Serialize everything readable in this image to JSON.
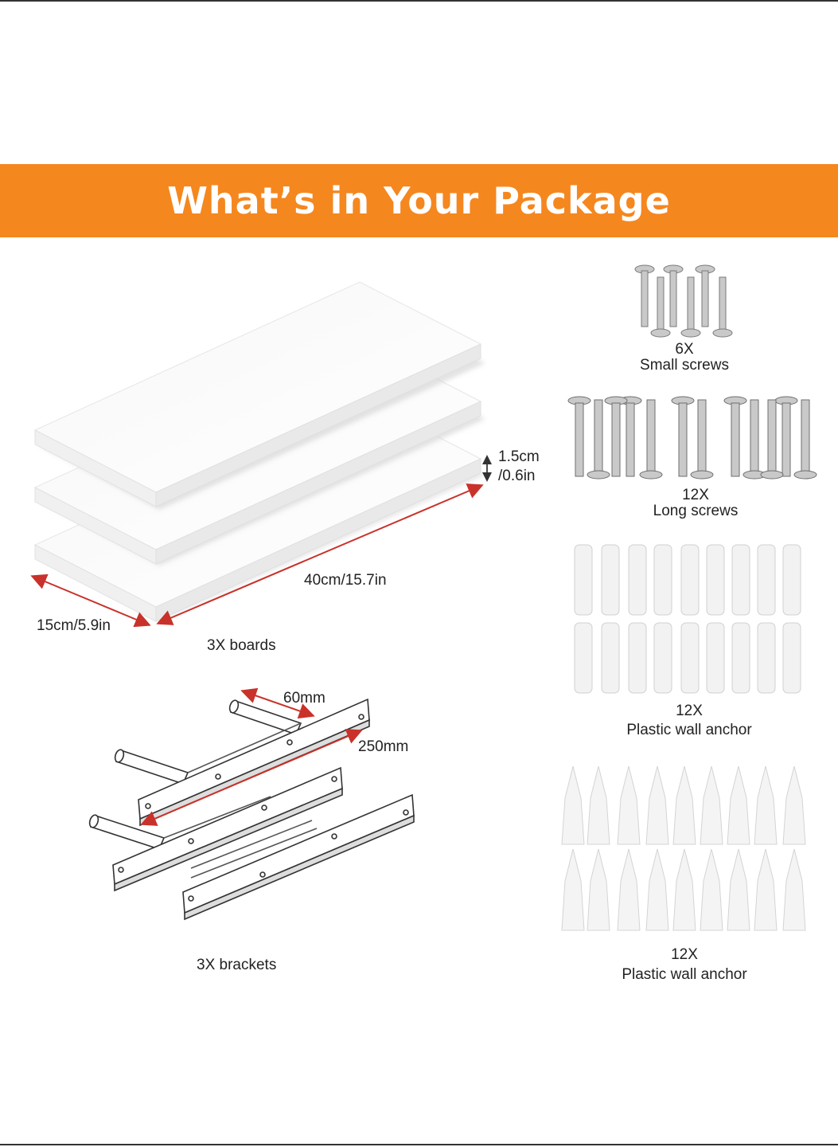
{
  "banner": {
    "title": "What’s in Your Package"
  },
  "boards": {
    "count_label": "3X boards",
    "length": "40cm/15.7in",
    "width": "15cm/5.9in",
    "thickness_line1": "1.5cm",
    "thickness_line2": "/0.6in"
  },
  "brackets": {
    "count_label": "3X brackets",
    "rod_length": "60mm",
    "bar_length": "250mm"
  },
  "small_screws": {
    "count": "6X",
    "name": "Small screws"
  },
  "long_screws": {
    "count": "12X",
    "name": "Long screws"
  },
  "wall_anchor_1": {
    "count": "12X",
    "name": "Plastic wall anchor"
  },
  "wall_anchor_2": {
    "count": "12X",
    "name": "Plastic wall anchor"
  },
  "colors": {
    "banner": "#f5871f",
    "dimension_arrow": "#c8322a",
    "board": "#ffffff"
  }
}
